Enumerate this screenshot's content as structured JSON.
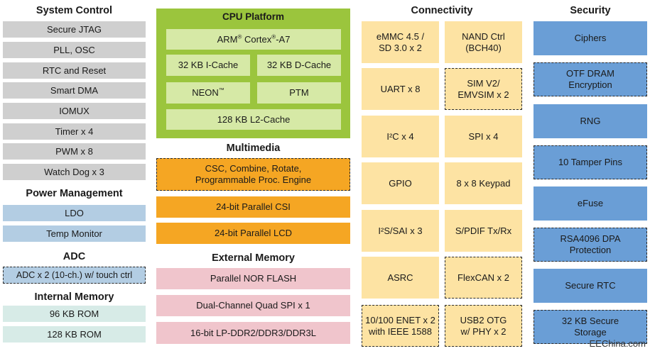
{
  "system_control": {
    "title": "System Control",
    "items": [
      "Secure JTAG",
      "PLL, OSC",
      "RTC and Reset",
      "Smart DMA",
      "IOMUX",
      "Timer x 4",
      "PWM x 8",
      "Watch Dog x 3"
    ]
  },
  "power_management": {
    "title": "Power Management",
    "items": [
      "LDO",
      "Temp Monitor"
    ]
  },
  "adc": {
    "title": "ADC",
    "items": [
      "ADC x 2 (10-ch.) w/ touch ctrl"
    ]
  },
  "internal_memory": {
    "title": "Internal Memory",
    "items": [
      "96 KB ROM",
      "128 KB ROM"
    ]
  },
  "cpu_platform": {
    "title": "CPU Platform",
    "core": "ARM® Cortex®-A7",
    "icache": "32 KB I-Cache",
    "dcache": "32 KB D-Cache",
    "neon": "NEON™",
    "ptm": "PTM",
    "l2": "128 KB L2-Cache"
  },
  "multimedia": {
    "title": "Multimedia",
    "items": [
      "CSC, Combine, Rotate,\nProgrammable Proc. Engine",
      "24-bit Parallel CSI",
      "24-bit Parallel LCD"
    ]
  },
  "external_memory": {
    "title": "External Memory",
    "items": [
      "Parallel NOR FLASH",
      "Dual-Channel Quad SPI  x 1",
      "16-bit LP-DDR2/DDR3/DDR3L"
    ]
  },
  "connectivity": {
    "title": "Connectivity",
    "left": [
      "eMMC 4.5 /\nSD 3.0 x 2",
      "UART x 8",
      "I²C x 4",
      "GPIO",
      "I²S/SAI x 3",
      "ASRC",
      "10/100 ENET x 2\nwith IEEE 1588"
    ],
    "right": [
      "NAND Ctrl\n(BCH40)",
      "SIM V2/\nEMVSIM x 2",
      "SPI  x 4",
      "8 x 8 Keypad",
      "S/PDIF Tx/Rx",
      "FlexCAN x 2",
      "USB2 OTG\nw/ PHY x 2"
    ]
  },
  "security": {
    "title": "Security",
    "items": [
      "Ciphers",
      "OTF DRAM\nEncryption",
      "RNG",
      "10 Tamper Pins",
      "eFuse",
      "RSA4096 DPA\nProtection",
      "Secure RTC",
      "32 KB Secure\nStorage"
    ]
  },
  "watermark": "EEChina.com",
  "colors": {
    "system_gray": "#cfcfcf",
    "power_blue": "#b3cde3",
    "memory_teal": "#d7ebe7",
    "cpu_green": "#9bc53d",
    "cpu_inner_green": "#d6e9a6",
    "multimedia_orange": "#f5a623",
    "ext_memory_pink": "#f0c5cc",
    "connectivity_yellow": "#fde3a3",
    "security_blue": "#6a9ed6"
  }
}
